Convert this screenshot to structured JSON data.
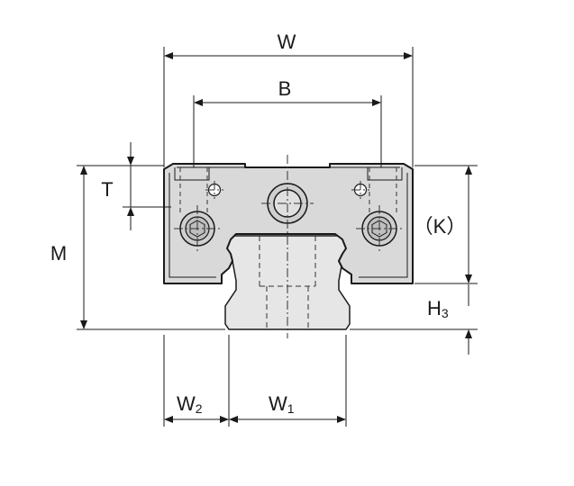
{
  "diagram": {
    "labels": {
      "W": "W",
      "B": "B",
      "T": "T",
      "M": "M",
      "K": "（K）",
      "H3_main": "H",
      "H3_sub": "3",
      "W2_main": "W",
      "W2_sub": "2",
      "W1_main": "W",
      "W1_sub": "1"
    },
    "colors": {
      "line": "#1a1a1a",
      "block_fill": "#d9d9d9",
      "rail_fill": "#e6e6e6"
    }
  }
}
